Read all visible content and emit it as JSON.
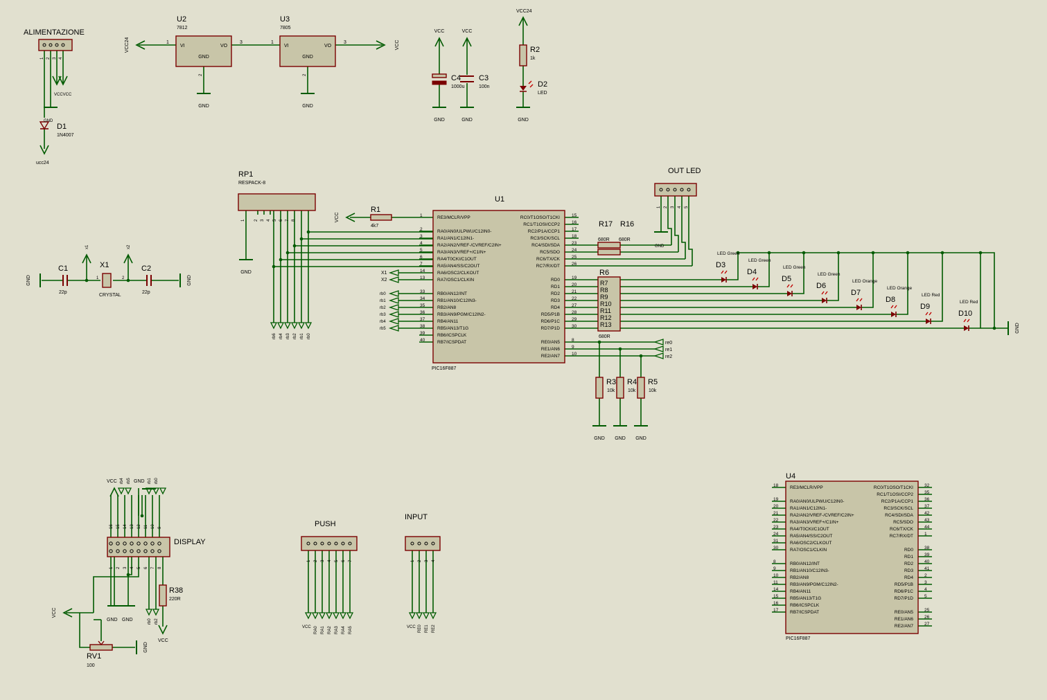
{
  "colors": {
    "background": "#e1e0cf",
    "wire": "#005a00",
    "body_fill": "#c8c5a8",
    "body_stroke": "#7a0000",
    "text": "#000000"
  },
  "labels": {
    "alimentazione": "ALIMENTAZIONE",
    "vcc": "VCC",
    "vcc24": "VCC24",
    "gnd": "GND",
    "ucc24": "ucc24",
    "u2": "U2",
    "u2_value": "7812",
    "u3": "U3",
    "u3_value": "7805",
    "vi": "VI",
    "vo": "VO",
    "n1": "1",
    "n2": "2",
    "n3": "3",
    "n4": "4",
    "n5": "5",
    "d1": "D1",
    "d1_value": "1N4007",
    "c4": "C4",
    "c4_value": "1000u",
    "c3": "C3",
    "c3_value": "100n",
    "r2": "R2",
    "r2_value": "1k",
    "d2": "D2",
    "d2_value": "LED",
    "rp1": "RP1",
    "rp1_value": "RESPACK-8",
    "r1": "R1",
    "r1_value": "4k7",
    "u1": "U1",
    "u1_value": "PIC16F887",
    "out_led": "OUT LED",
    "r17": "R17",
    "r16": "R16",
    "r680": "680R",
    "r6": "R6",
    "c1": "C1",
    "c2": "C2",
    "c22p": "22p",
    "x1": "X1",
    "crystal": "CRYSTAL",
    "x1n": "X1",
    "x2n": "X2",
    "r3": "R3",
    "r4": "R4",
    "r5": "R5",
    "r10k": "10k",
    "re0": "re0",
    "re1": "re1",
    "re2": "re2",
    "display": "DISPLAY",
    "r38": "R38",
    "r38_value": "220R",
    "rv1": "RV1",
    "rv1_value": "100",
    "push": "PUSH",
    "input": "INPUT",
    "u4": "U4",
    "u4_value": "PIC16F887"
  },
  "rp_bus": [
    "rb6",
    "rb4",
    "rb3",
    "rb2",
    "rb1",
    "rb0"
  ],
  "rb_labels": [
    "rb0",
    "rb1",
    "rb2",
    "rb3",
    "rb4",
    "rb5"
  ],
  "u1_left": [
    {
      "p": "1",
      "n": "RE3/MCLR/VPP"
    },
    {
      "p": "2",
      "n": "RA0/AN0/ULPWU/C12IN0-"
    },
    {
      "p": "3",
      "n": "RA1/AN1/C12IN1-"
    },
    {
      "p": "4",
      "n": "RA2/AN2/VREF-/CVREF/C2IN+"
    },
    {
      "p": "5",
      "n": "RA3/AN3/VREF+/C1IN+"
    },
    {
      "p": "6",
      "n": "RA4/T0CKI/C1OUT"
    },
    {
      "p": "7",
      "n": "RA5/AN4/SS/C2OUT"
    },
    {
      "p": "14",
      "n": "RA6/OSC2/CLKOUT"
    },
    {
      "p": "13",
      "n": "RA7/OSC1/CLKIN"
    },
    {
      "p": "33",
      "n": "RB0/AN12/INT"
    },
    {
      "p": "34",
      "n": "RB1/AN10/C12IN3-"
    },
    {
      "p": "35",
      "n": "RB2/AN8"
    },
    {
      "p": "36",
      "n": "RB3/AN9/PGM/C12IN2-"
    },
    {
      "p": "37",
      "n": "RB4/AN11"
    },
    {
      "p": "38",
      "n": "RB5/AN13/T1G"
    },
    {
      "p": "39",
      "n": "RB6/ICSPCLK"
    },
    {
      "p": "40",
      "n": "RB7/ICSPDAT"
    }
  ],
  "u1_right": [
    {
      "p": "15",
      "n": "RC0/T1OSO/T1CKI"
    },
    {
      "p": "16",
      "n": "RC1/T1OSI/CCP2"
    },
    {
      "p": "17",
      "n": "RC2/P1A/CCP1"
    },
    {
      "p": "18",
      "n": "RC3/SCK/SCL"
    },
    {
      "p": "23",
      "n": "RC4/SDI/SDA"
    },
    {
      "p": "24",
      "n": "RC5/SDO"
    },
    {
      "p": "25",
      "n": "RC6/TX/CK"
    },
    {
      "p": "26",
      "n": "RC7/RX/DT"
    },
    {
      "p": "19",
      "n": "RD0"
    },
    {
      "p": "20",
      "n": "RD1"
    },
    {
      "p": "21",
      "n": "RD2"
    },
    {
      "p": "22",
      "n": "RD3"
    },
    {
      "p": "27",
      "n": "RD4"
    },
    {
      "p": "28",
      "n": "RD5/P1B"
    },
    {
      "p": "29",
      "n": "RD6/P1C"
    },
    {
      "p": "30",
      "n": "RD7/P1D"
    },
    {
      "p": "8",
      "n": "RE0/AN5"
    },
    {
      "p": "9",
      "n": "RE1/AN6"
    },
    {
      "p": "10",
      "n": "RE2/AN7"
    }
  ],
  "u4_left": [
    {
      "p": "18",
      "n": "RE3/MCLR/VPP"
    },
    {
      "p": "19",
      "n": "RA0/AN0/ULPWU/C12IN0-"
    },
    {
      "p": "20",
      "n": "RA1/AN1/C12IN1-"
    },
    {
      "p": "21",
      "n": "RA2/AN2/VREF-/CVREF/C2IN+"
    },
    {
      "p": "22",
      "n": "RA3/AN3/VREF+/C1IN+"
    },
    {
      "p": "23",
      "n": "RA4/T0CKI/C1OUT"
    },
    {
      "p": "24",
      "n": "RA5/AN4/SS/C2OUT"
    },
    {
      "p": "31",
      "n": "RA6/OSC2/CLKOUT"
    },
    {
      "p": "30",
      "n": "RA7/OSC1/CLKIN"
    },
    {
      "p": "8",
      "n": "RB0/AN12/INT"
    },
    {
      "p": "9",
      "n": "RB1/AN10/C12IN3-"
    },
    {
      "p": "10",
      "n": "RB2/AN8"
    },
    {
      "p": "11",
      "n": "RB3/AN9/PGM/C12IN2-"
    },
    {
      "p": "14",
      "n": "RB4/AN11"
    },
    {
      "p": "15",
      "n": "RB5/AN13/T1G"
    },
    {
      "p": "16",
      "n": "RB6/ICSPCLK"
    },
    {
      "p": "17",
      "n": "RB7/ICSPDAT"
    }
  ],
  "u4_right": [
    {
      "p": "32",
      "n": "RC0/T1OSO/T1CKI"
    },
    {
      "p": "35",
      "n": "RC1/T1OSI/CCP2"
    },
    {
      "p": "36",
      "n": "RC2/P1A/CCP1"
    },
    {
      "p": "37",
      "n": "RC3/SCK/SCL"
    },
    {
      "p": "42",
      "n": "RC4/SDI/SDA"
    },
    {
      "p": "43",
      "n": "RC5/SDO"
    },
    {
      "p": "44",
      "n": "RC6/TX/CK"
    },
    {
      "p": "1",
      "n": "RC7/RX/DT"
    },
    {
      "p": "38",
      "n": "RD0"
    },
    {
      "p": "39",
      "n": "RD1"
    },
    {
      "p": "40",
      "n": "RD2"
    },
    {
      "p": "41",
      "n": "RD3"
    },
    {
      "p": "2",
      "n": "RD4"
    },
    {
      "p": "3",
      "n": "RD5/P1B"
    },
    {
      "p": "4",
      "n": "RD6/P1C"
    },
    {
      "p": "5",
      "n": "RD7/P1D"
    },
    {
      "p": "25",
      "n": "RE0/AN5"
    },
    {
      "p": "26",
      "n": "RE1/AN6"
    },
    {
      "p": "27",
      "n": "RE2/AN7"
    }
  ],
  "r6_labels": [
    "R6",
    "R7",
    "R8",
    "R9",
    "R10",
    "R11",
    "R12",
    "R13"
  ],
  "leds": [
    {
      "ref": "D3",
      "val": "LED Green"
    },
    {
      "ref": "D4",
      "val": "LED Green"
    },
    {
      "ref": "D5",
      "val": "LED Green"
    },
    {
      "ref": "D6",
      "val": "LED Green"
    },
    {
      "ref": "D7",
      "val": "LED Orange"
    },
    {
      "ref": "D8",
      "val": "LED Orange"
    },
    {
      "ref": "D9",
      "val": "LED Red"
    },
    {
      "ref": "D10",
      "val": "LED Red"
    }
  ],
  "display_top_pins": [
    "16",
    "15",
    "14",
    "13",
    "12",
    "11",
    "10",
    "9"
  ],
  "display_bottom_pins": [
    "1",
    "2",
    "3",
    "4",
    "5",
    "6",
    "7",
    "8"
  ],
  "display_top_labels": [
    "VCC",
    "rb4",
    "rb5",
    "GND",
    "rb1",
    "rb0"
  ],
  "display_bottom_labels": [
    "GND",
    "GND",
    "rb0",
    "rb2",
    "VCC"
  ],
  "push_pins": [
    "1",
    "2",
    "3",
    "4",
    "5",
    "6",
    "7"
  ],
  "push_labels": [
    "VCC",
    "RA0",
    "RA1",
    "RA2",
    "RA3",
    "RA4",
    "RA5"
  ],
  "input_pins": [
    "1",
    "2",
    "3",
    "4"
  ],
  "input_labels": [
    "VCC",
    "RE0",
    "RE1",
    "RE2"
  ],
  "out_led_pins": [
    "1",
    "2",
    "3",
    "4",
    "5"
  ],
  "alim_pins": [
    "1",
    "2",
    "3",
    "4"
  ]
}
